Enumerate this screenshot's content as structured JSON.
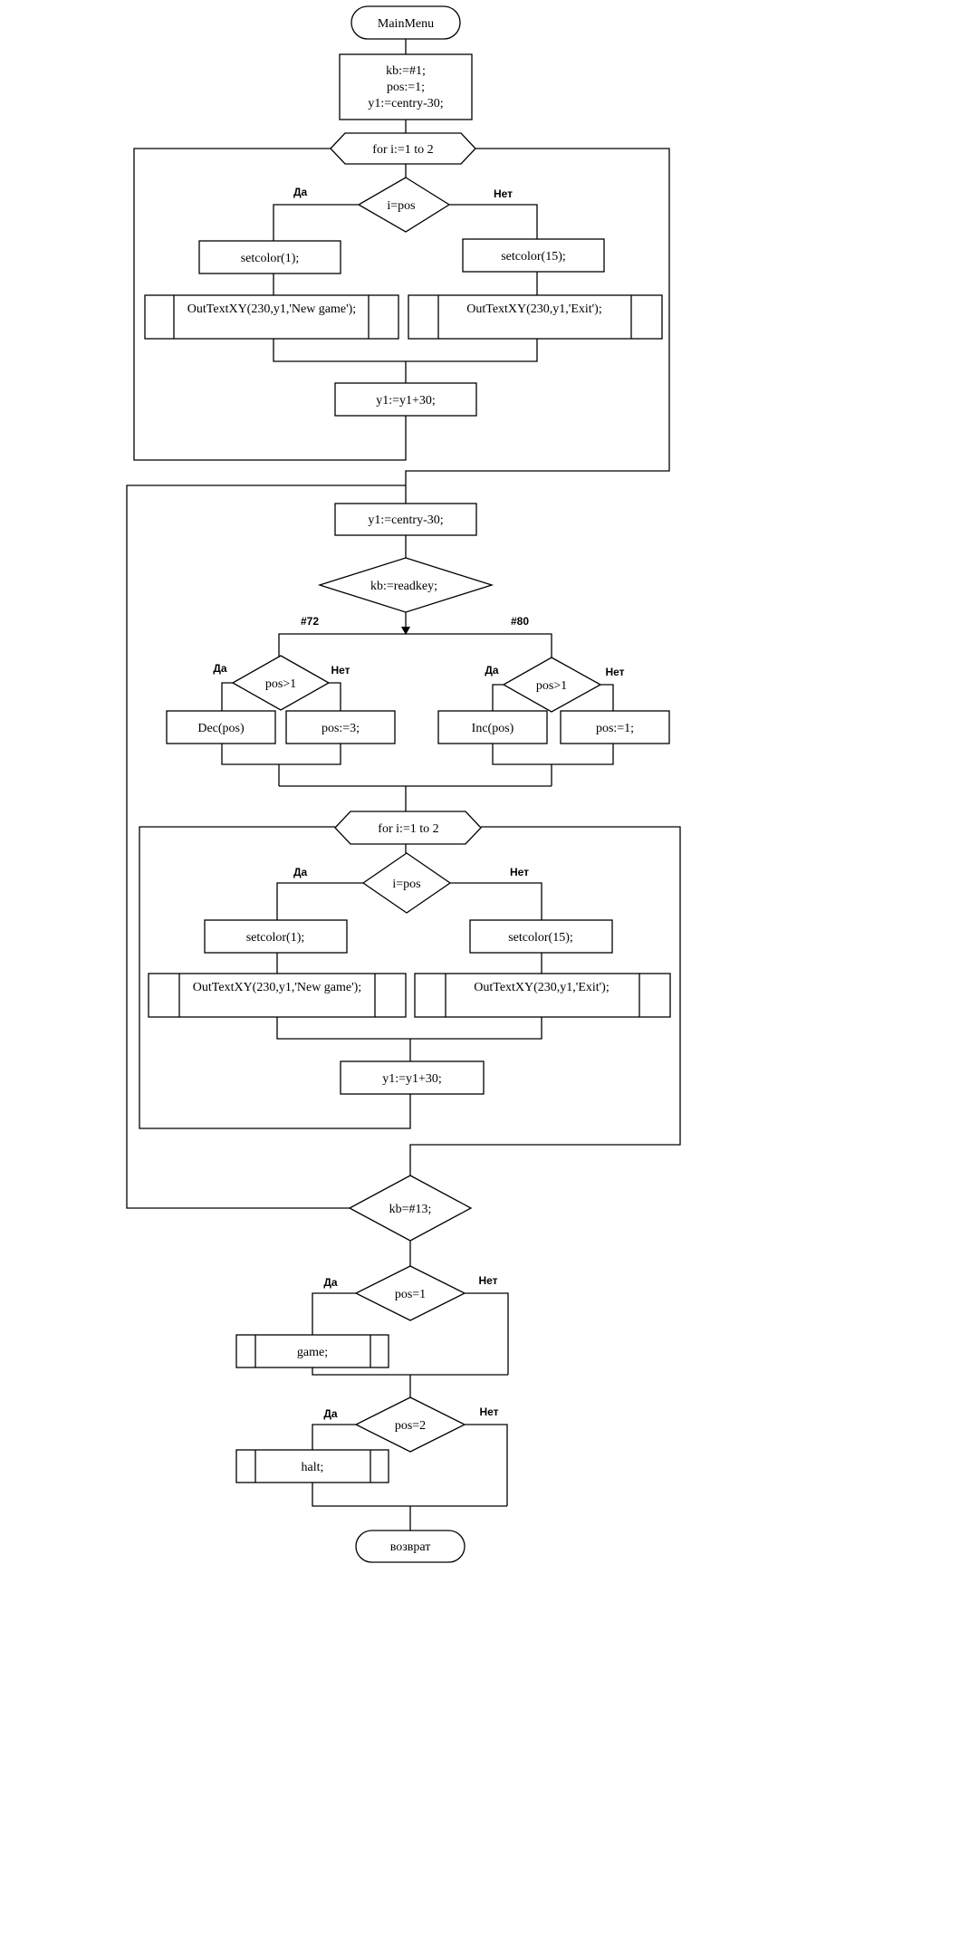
{
  "flowchart": {
    "start": "MainMenu",
    "init": [
      "kb:=#1;",
      "pos:=1;",
      "y1:=centry-30;"
    ],
    "loop1": {
      "header": "for i:=1 to 2",
      "cond": "i=pos",
      "yes": "Да",
      "no": "Нет",
      "yes_color": "setcolor(1);",
      "no_color": "setcolor(15);",
      "yes_out": "OutTextXY(230,y1,'New game');",
      "no_out": "OutTextXY(230,y1,'Exit');",
      "inc": "y1:=y1+30;"
    },
    "reset_y": "y1:=centry-30;",
    "readkey": "kb:=readkey;",
    "key_up": "#72",
    "key_down": "#80",
    "up": {
      "cond": "pos>1",
      "yes": "Да",
      "no": "Нет",
      "yes_action": "Dec(pos)",
      "no_action": "pos:=3;"
    },
    "down": {
      "cond": "pos>1",
      "yes": "Да",
      "no": "Нет",
      "yes_action": "Inc(pos)",
      "no_action": "pos:=1;"
    },
    "loop2": {
      "header": "for i:=1 to 2",
      "cond": "i=pos",
      "yes": "Да",
      "no": "Нет",
      "yes_color": "setcolor(1);",
      "no_color": "setcolor(15);",
      "yes_out": "OutTextXY(230,y1,'New game');",
      "no_out": "OutTextXY(230,y1,'Exit');",
      "inc": "y1:=y1+30;"
    },
    "enter_check": "kb=#13;",
    "pos1": {
      "cond": "pos=1",
      "yes": "Да",
      "no": "Нет",
      "action": "game;"
    },
    "pos2": {
      "cond": "pos=2",
      "yes": "Да",
      "no": "Нет",
      "action": "halt;"
    },
    "end": "возврат"
  }
}
